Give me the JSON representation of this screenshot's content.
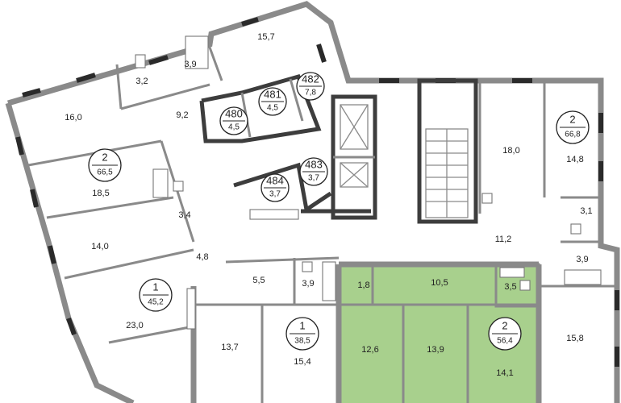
{
  "colors": {
    "highlight_fill": "#a8d08d",
    "wall": "#8a8a8a",
    "window": "#2a2a2a",
    "text": "#222222"
  },
  "apartments": [
    {
      "number": "2",
      "area": "66,5"
    },
    {
      "number": "1",
      "area": "45,2"
    },
    {
      "number": "1",
      "area": "38,5"
    },
    {
      "number": "2",
      "area": "56,4",
      "highlighted": true
    },
    {
      "number": "2",
      "area": "66,8"
    }
  ],
  "storage_units": [
    {
      "number": "480",
      "area": "4,5"
    },
    {
      "number": "481",
      "area": "4,5"
    },
    {
      "number": "482",
      "area": "7,8"
    },
    {
      "number": "483",
      "area": "3,7"
    },
    {
      "number": "484",
      "area": "3,7"
    }
  ],
  "room_areas": [
    "15,7",
    "3,9",
    "3,2",
    "16,0",
    "9,2",
    "18,5",
    "3,4",
    "14,0",
    "4,8",
    "23,0",
    "5,5",
    "3,9",
    "13,7",
    "15,4",
    "1,8",
    "10,5",
    "3,5",
    "12,6",
    "13,9",
    "14,1",
    "18,0",
    "14,8",
    "3,1",
    "11,2",
    "3,9",
    "15,8"
  ]
}
